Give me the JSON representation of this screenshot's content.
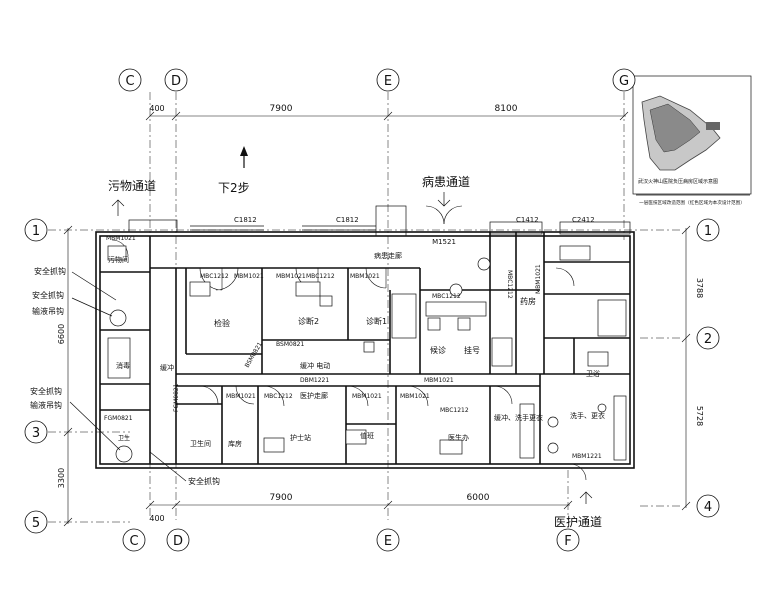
{
  "axes_top": [
    "C",
    "D",
    "E",
    "G"
  ],
  "axes_bottom": [
    "C",
    "D",
    "E",
    "F"
  ],
  "axes_left": [
    "1",
    "3",
    "5"
  ],
  "axes_right": [
    "1",
    "2",
    "4"
  ],
  "dims_top": [
    "400",
    "7900",
    "8100"
  ],
  "dims_bottom": [
    "400",
    "7900",
    "6000"
  ],
  "dims_left": [
    "6600",
    "3300"
  ],
  "dims_right": [
    "3788",
    "5728"
  ],
  "passages": {
    "dirty": "污物通道",
    "patient": "病患通道",
    "medical": "医护通道",
    "down_stairs": "下2步"
  },
  "rooms": {
    "dirty_room": "污物间",
    "inspection": "检验",
    "consult2": "诊断2",
    "consult1": "诊断1",
    "patient_corridor": "病患走廊",
    "pharmacy": "药房",
    "waiting": "候诊",
    "registration": "挂号",
    "buffer": "缓冲",
    "disinfect": "消毒",
    "buffer_wash": "缓冲、洗手更衣",
    "wash_change": "洗手、更衣",
    "medical_corridor": "医护走廊",
    "nurse_office": "护士站",
    "doctor_office": "医生办",
    "toilet": "卫生间",
    "storage": "库房",
    "duty": "值班",
    "buffer_elec": "缓冲 电动",
    "bathroom": "卫浴",
    "sanitary": "卫生"
  },
  "labels": {
    "safety_hook_1": "安全抓钩",
    "safety_hook_2": "安全抓钩",
    "infusion_hook_1": "输液吊钩",
    "safety_hook_3": "安全抓钩",
    "infusion_hook_2": "输液吊钩",
    "safety_hook_4": "安全抓钩"
  },
  "door_codes": {
    "mbm1021_a": "MBM1021",
    "mbc1212_a": "MBC1212",
    "mbm1021_b": "MBM1021",
    "mbc1212_b": "MBC1212",
    "mbm1021_c": "MBM1021",
    "mbm1021_d": "MBM1021",
    "m1521": "M1521",
    "c1812_a": "C1812",
    "c1812_b": "C1812",
    "c1412": "C1412",
    "c2412": "C2412",
    "mbc1212_c": "MBC1212",
    "mbm1021_e": "MBM1021",
    "mbm1021_f": "MBM1021",
    "mbm1021_g": "MBM1021",
    "mbc1212_d": "MBC1212",
    "mbm1021_h": "MBM1021",
    "mbc1212_e": "MBC1212",
    "mbm1021_i": "MBM1021",
    "mbm1221": "MBM1221",
    "fgm0821_a": "FGM0821",
    "fgm0821_b": "FGM0821",
    "dbm1221": "DBM1221",
    "bsm0821_a": "BSM0821",
    "bsm0821_b": "BSM0821",
    "mbc1212_f": "MBC1212"
  },
  "keyplan": {
    "caption": "武汉火神山医院负压病房区域示意图",
    "subcaption": "一层医技区域改造范围（红色区域为本次设计范围）"
  }
}
